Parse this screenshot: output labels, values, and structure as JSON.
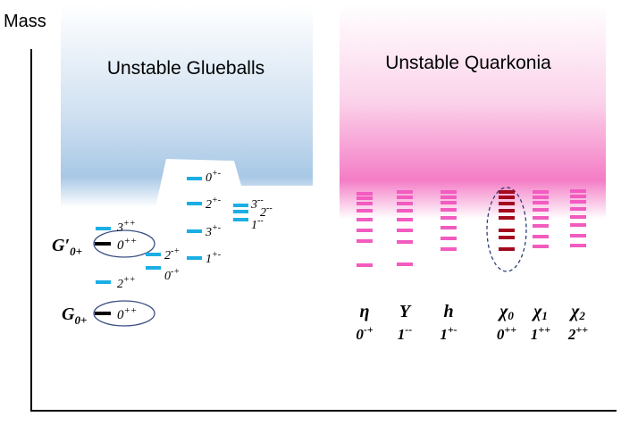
{
  "axis_label": "Mass",
  "glueballs": {
    "title": "Unstable Glueballs",
    "ground_state": {
      "label": "G",
      "sub": "0+",
      "jpc": "0",
      "jpc_sup": "++"
    },
    "excited_state": {
      "label": "G′",
      "sub": "0+",
      "jpc": "0",
      "jpc_sup": "++"
    },
    "levels": [
      {
        "j": "3",
        "pc": "++"
      },
      {
        "j": "2",
        "pc": "++"
      },
      {
        "j": "2",
        "pc": "-+"
      },
      {
        "j": "0",
        "pc": "-+"
      },
      {
        "j": "0",
        "pc": "+-"
      },
      {
        "j": "2",
        "pc": "+-"
      },
      {
        "j": "3",
        "pc": "+-"
      },
      {
        "j": "1",
        "pc": "+-"
      },
      {
        "j": "3",
        "pc": "--"
      },
      {
        "j": "2",
        "pc": "--"
      },
      {
        "j": "1",
        "pc": "--"
      }
    ]
  },
  "quarkonia": {
    "title": "Unstable Quarkonia",
    "columns": [
      {
        "name": "η",
        "sub": "",
        "j": "0",
        "pc": "-+"
      },
      {
        "name": "Υ",
        "sub": "",
        "j": "1",
        "pc": "--"
      },
      {
        "name": "h",
        "sub": "",
        "j": "1",
        "pc": "+-"
      },
      {
        "name": "χ",
        "sub": "0",
        "j": "0",
        "pc": "++"
      },
      {
        "name": "χ",
        "sub": "1",
        "j": "1",
        "pc": "++"
      },
      {
        "name": "χ",
        "sub": "2",
        "j": "2",
        "pc": "++"
      }
    ]
  },
  "colors": {
    "glueball_level": "#1aaee5",
    "ground_level": "#000000",
    "quarkonium_level": "#f25bbf",
    "scalar_level": "#a30a1e",
    "glueball_band": "#9cc3e4",
    "quarkonia_band": "#f47dc6",
    "ellipse_dashed": "#2f3f7a"
  }
}
